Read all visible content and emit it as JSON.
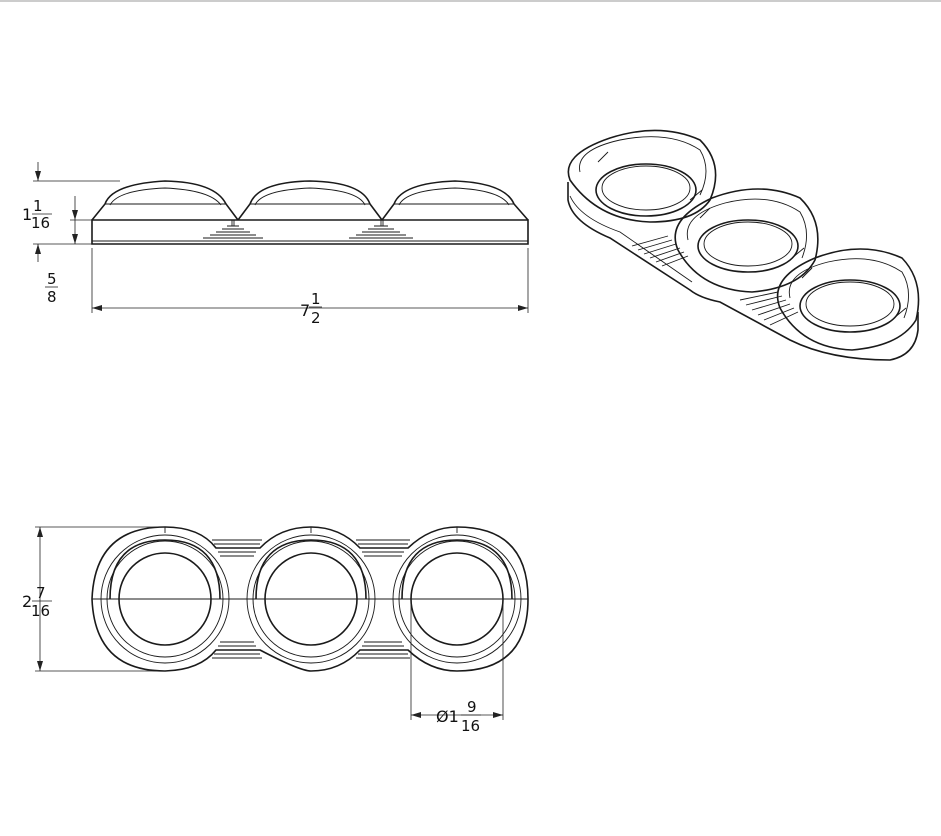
{
  "dimensions": {
    "height": {
      "whole": "1",
      "num": "1",
      "den": "16"
    },
    "base_thickness": {
      "whole": "",
      "num": "5",
      "den": "8"
    },
    "length": {
      "whole": "7",
      "num": "1",
      "den": "2"
    },
    "width": {
      "whole": "2",
      "num": "7",
      "den": "16"
    },
    "diameter": {
      "prefix": "Ø1",
      "num": "9",
      "den": "16"
    }
  }
}
